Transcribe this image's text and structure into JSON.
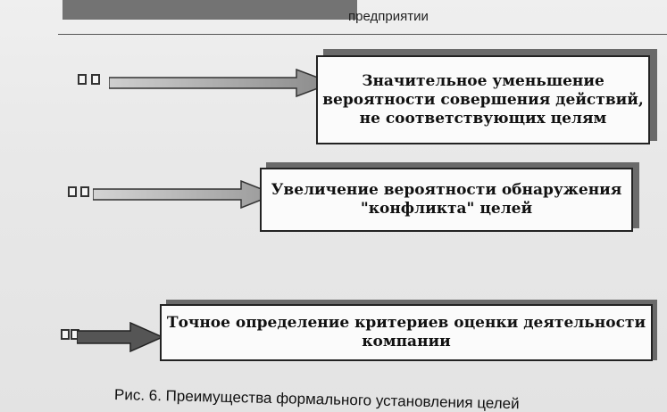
{
  "header": {
    "title": "предприятии"
  },
  "figure": {
    "items": [
      {
        "text_lines": [
          "Значительное уменьшение",
          "вероятности совершения действий,",
          "не соответствующих целям"
        ]
      },
      {
        "text_lines": [
          "Увеличение вероятности обнаружения",
          "\"конфликта\" целей"
        ]
      },
      {
        "text_lines": [
          "Точное определение критериев оценки деятельности",
          "компании"
        ]
      }
    ],
    "caption": "Рис. 6. Преимущества формального установления целей"
  }
}
